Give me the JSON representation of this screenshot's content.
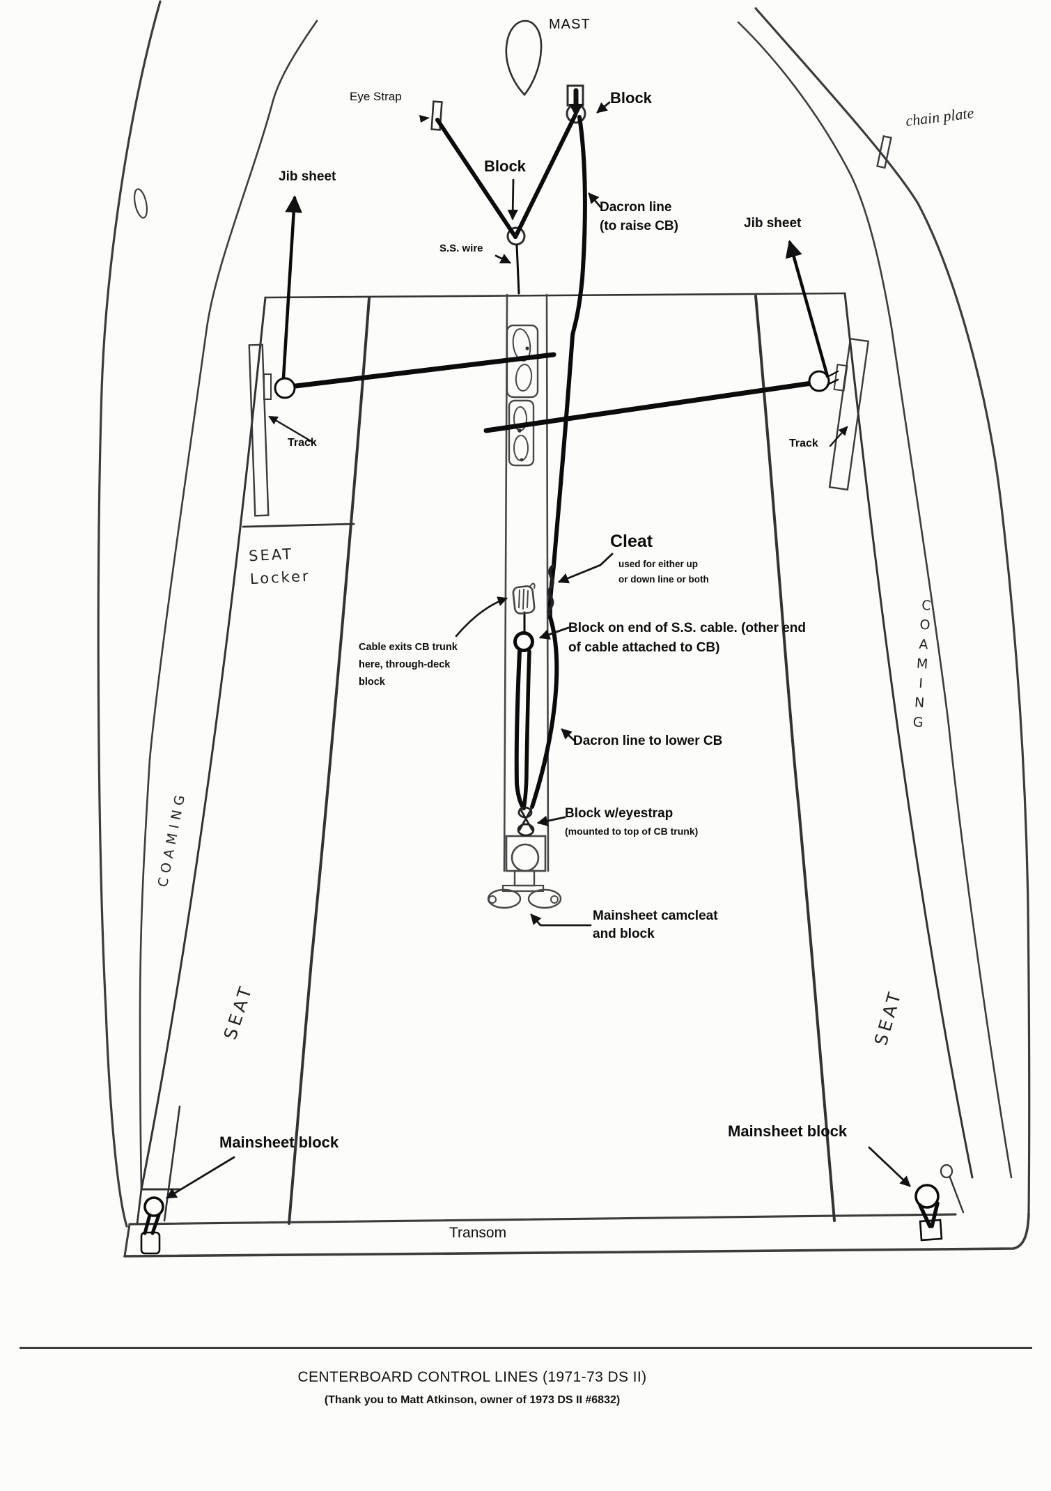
{
  "colors": {
    "paper": "#fcfcfa",
    "ink": "#111111",
    "pencil": "#3c3c3c"
  },
  "labels": {
    "mast": "MAST",
    "eye_strap": "Eye Strap",
    "block_masthead": "Block",
    "block_foredeck": "Block",
    "ss_wire": "S.S. wire",
    "dacron_raise_line1": "Dacron line",
    "dacron_raise_line2": "(to raise CB)",
    "jib_sheet_left": "Jib sheet",
    "jib_sheet_right": "Jib sheet",
    "chain_plate": "chain plate",
    "track_left": "Track",
    "track_right": "Track",
    "seat_locker_line1": "SEAT",
    "seat_locker_line2": "Locker",
    "cleat": "Cleat",
    "cleat_note_line1": "used for either up",
    "cleat_note_line2": "or down line or both",
    "cable_exit_line1": "Cable exits CB trunk",
    "cable_exit_line2": "here, through-deck",
    "cable_exit_line3": "block",
    "ss_cable_block_line1": "Block on end of S.S. cable. (other end",
    "ss_cable_block_line2": "of cable attached to CB)",
    "dacron_lower": "Dacron line to lower CB",
    "block_eyestrap": "Block w/eyestrap",
    "block_eyestrap_note": "(mounted to top of CB trunk)",
    "mainsheet_camcleat_line1": "Mainsheet camcleat",
    "mainsheet_camcleat_line2": "and block",
    "coaming_left": "COAMING",
    "coaming_right": "COAMING",
    "seat_left": "SEAT",
    "seat_right": "SEAT",
    "mainsheet_block_left": "Mainsheet block",
    "mainsheet_block_right": "Mainsheet block",
    "transom": "Transom"
  },
  "footer": {
    "title": "CENTERBOARD CONTROL LINES (1971-73 DS II)",
    "credit": "(Thank you to Matt Atkinson, owner of 1973 DS II #6832)"
  }
}
